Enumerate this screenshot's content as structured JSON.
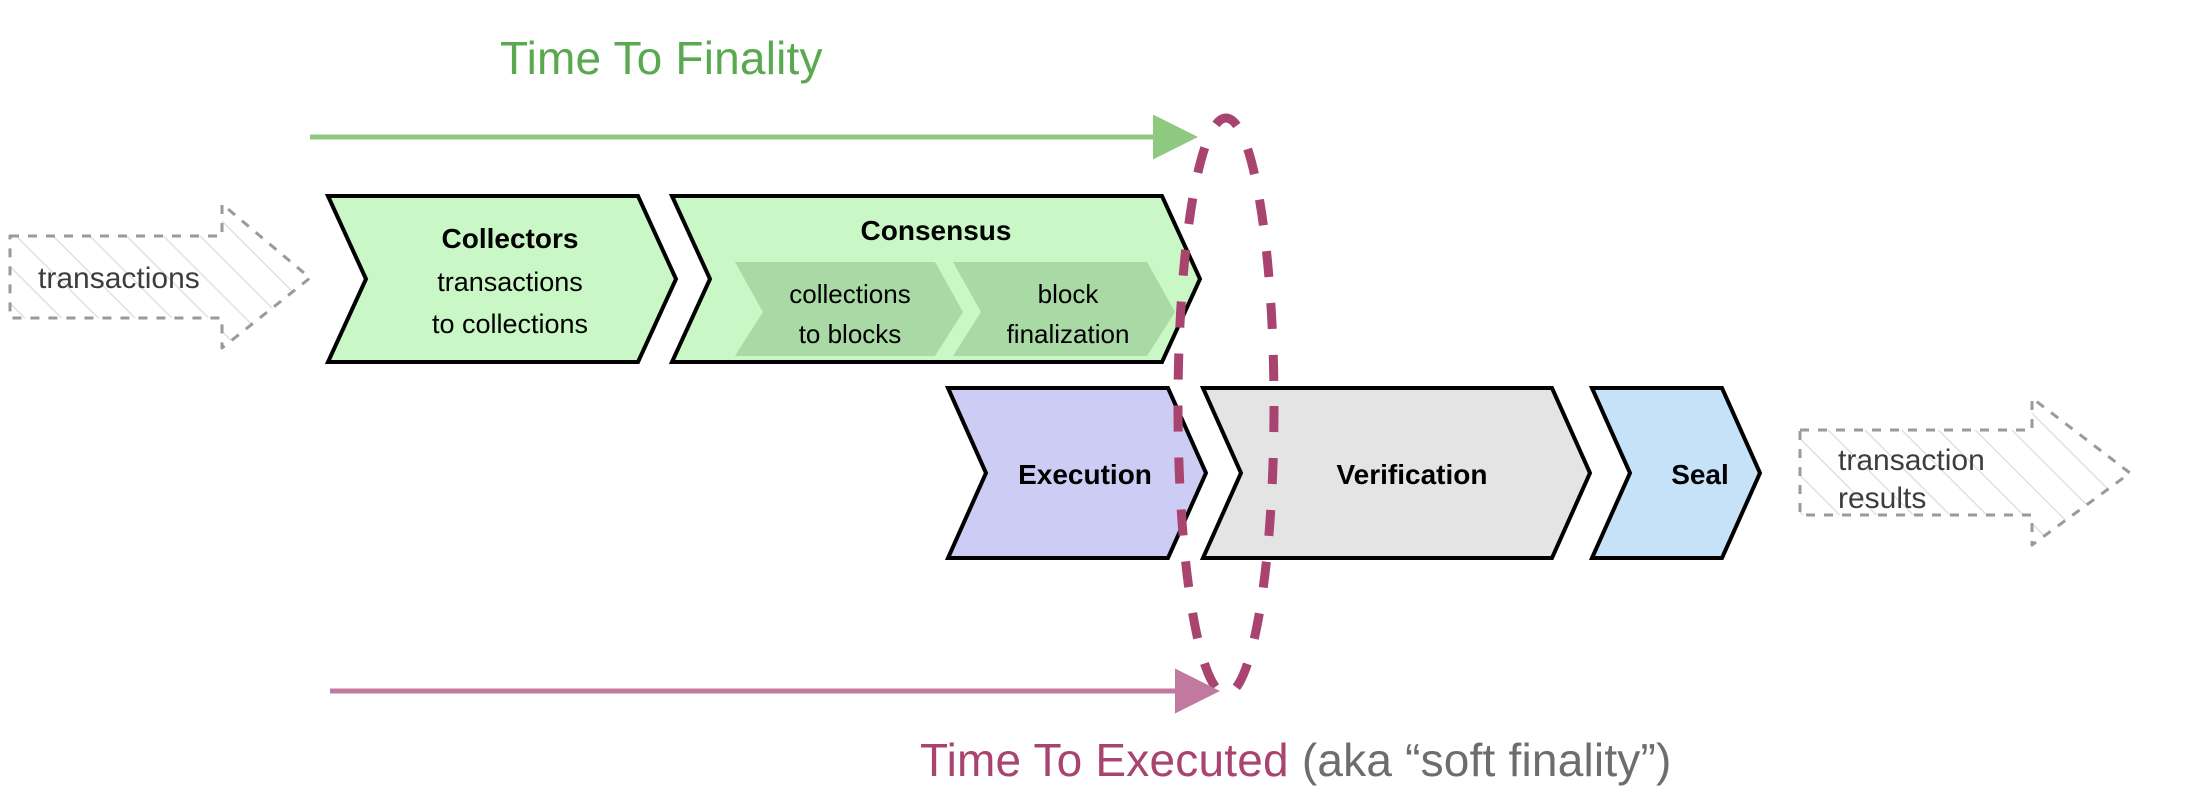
{
  "diagram": {
    "title_top": "Time To Finality",
    "title_bottom_main": "Time To Executed",
    "title_bottom_note": "(aka “soft finality”)",
    "colors": {
      "green_accent": "#5aa84f",
      "green_arrow": "#8fc97f",
      "purple_accent": "#a8446f",
      "purple_arrow": "#c179a0",
      "note_gray": "#6d6d6d",
      "chevron_green_fill": "#c9f7c5",
      "chevron_inner_green_fill": "#a9d9a4",
      "chevron_purple_fill": "#ccccf4",
      "chevron_gray_fill": "#e4e4e4",
      "chevron_blue_fill": "#c5e2f8",
      "chevron_stroke": "#000000",
      "io_stroke": "#9a9a9a"
    },
    "input": {
      "label": "transactions"
    },
    "output": {
      "label_line1": "transaction",
      "label_line2": "results"
    },
    "pipeline_top": [
      {
        "id": "collectors",
        "title": "Collectors",
        "sub_line1": "transactions",
        "sub_line2": "to collections"
      },
      {
        "id": "consensus",
        "title": "Consensus",
        "inner": [
          {
            "id": "collections-to-blocks",
            "line1": "collections",
            "line2": "to blocks"
          },
          {
            "id": "block-finalization",
            "line1": "block",
            "line2": "finalization"
          }
        ]
      }
    ],
    "pipeline_bottom": [
      {
        "id": "execution",
        "title": "Execution"
      },
      {
        "id": "verification",
        "title": "Verification"
      },
      {
        "id": "seal",
        "title": "Seal"
      }
    ]
  }
}
